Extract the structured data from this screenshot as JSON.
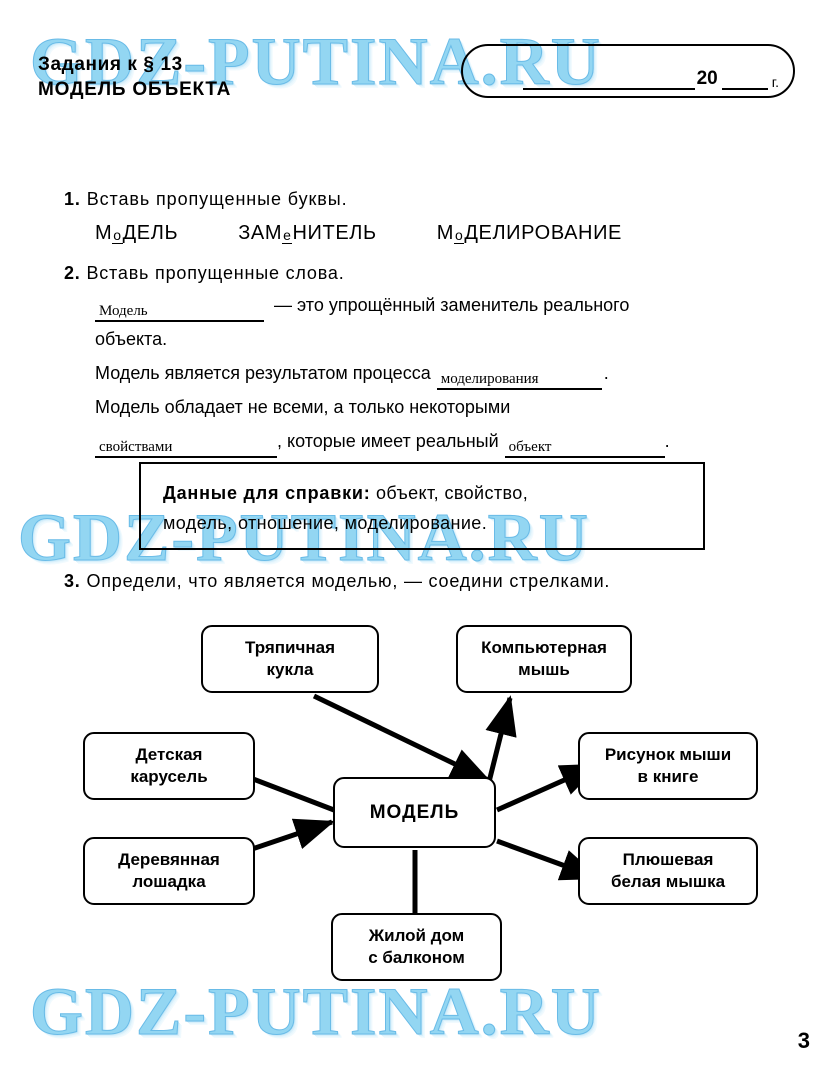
{
  "watermark": {
    "text": "GDZ-PUTINA.RU",
    "color": "#8ed4f2"
  },
  "header": {
    "title_line1": "Задания к § 13",
    "title_line2": "МОДЕЛЬ ОБЪЕКТА",
    "date_year_prefix": "20",
    "date_year_suffix": "г."
  },
  "tasks": {
    "task1": {
      "number": "1.",
      "instruction": "Вставь пропущенные буквы.",
      "words": [
        {
          "before": "М",
          "fill": "о",
          "after": "ДЕЛЬ"
        },
        {
          "before": "ЗАМ",
          "fill": "е",
          "after": "НИТЕЛЬ"
        },
        {
          "before": "М",
          "fill": "о",
          "after": "ДЕЛИРОВАНИЕ"
        }
      ]
    },
    "task2": {
      "number": "2.",
      "instruction": "Вставь пропущенные слова.",
      "line1_answer": "Модель",
      "line1_after": "— это упрощённый заменитель реального",
      "line2": "объекта.",
      "line3_before": "Модель является результатом процесса",
      "line3_answer": "моделирования",
      "line3_end": ".",
      "line4": "Модель обладает не всеми, а только некоторыми",
      "line5_answer": "свойствами",
      "line5_mid": ", которые имеет реальный",
      "line5_answer2": "объект",
      "line5_end": ".",
      "reference": {
        "label": "Данные для справки:",
        "row1": "объект, свойство,",
        "row2": "модель, отношение, моделирование."
      }
    },
    "task3": {
      "number": "3.",
      "instruction": "Определи, что является моделью, — соедини стрелками."
    }
  },
  "diagram": {
    "center": "МОДЕЛЬ",
    "nodes": [
      {
        "id": "kukla",
        "label_line1": "Тряпичная",
        "label_line2": "кукла"
      },
      {
        "id": "mouse",
        "label_line1": "Компьютерная",
        "label_line2": "мышь"
      },
      {
        "id": "karusel",
        "label_line1": "Детская",
        "label_line2": "карусель"
      },
      {
        "id": "risunok",
        "label_line1": "Рисунок мыши",
        "label_line2": "в книге"
      },
      {
        "id": "loshadka",
        "label_line1": "Деревянная",
        "label_line2": "лошадка"
      },
      {
        "id": "plush",
        "label_line1": "Плюшевая",
        "label_line2": "белая мышка"
      },
      {
        "id": "dom",
        "label_line1": "Жилой дом",
        "label_line2": "с балконом"
      }
    ]
  },
  "footer": {
    "page_number": "3"
  }
}
